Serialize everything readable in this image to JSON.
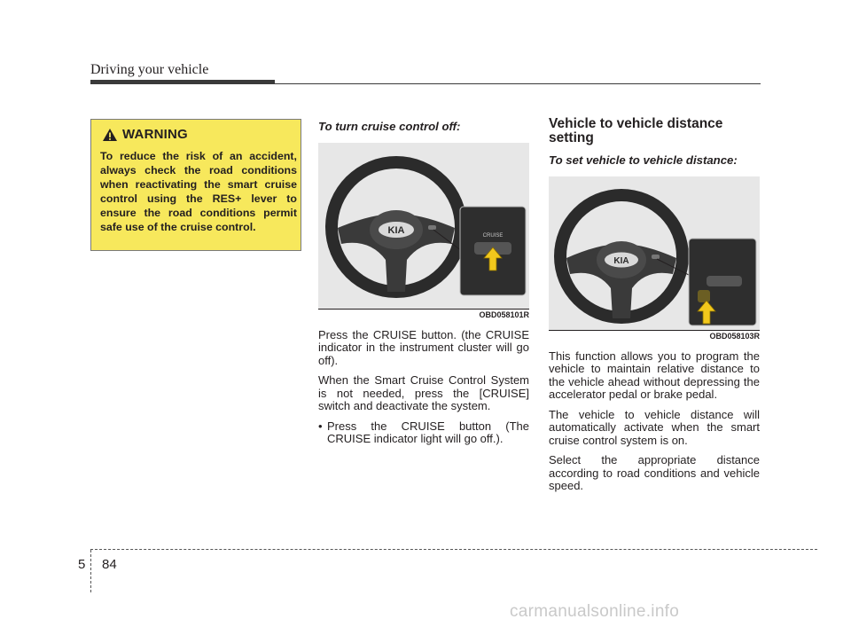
{
  "header": {
    "title": "Driving your vehicle"
  },
  "warning": {
    "title": "WARNING",
    "text": "To reduce the risk of an accident, always check the road conditions when reactivating the smart cruise control using the RES+ lever to ensure the road conditions permit safe use of the cruise control."
  },
  "column_middle": {
    "subheading": "To turn cruise control off:",
    "figure_code": "OBD058101R",
    "para1": "Press the CRUISE button. (the CRUISE indicator in the instrument cluster will go off).",
    "para2": "When the Smart Cruise Control System is not needed, press the [CRUISE] switch and deactivate the system.",
    "bullet_mark": "•",
    "bullet1": "Press the CRUISE button (The CRUISE indicator light will go off.)."
  },
  "column_right": {
    "heading": "Vehicle to vehicle distance setting",
    "subheading": "To set vehicle to vehicle distance:",
    "figure_code": "OBD058103R",
    "para1": "This function allows you to program the vehicle to maintain relative distance to the vehicle ahead without depressing the accelerator pedal or brake pedal.",
    "para2": "The vehicle to vehicle distance will automatically activate when the smart cruise control system is on.",
    "para3": "Select the appropriate distance according to road conditions and vehicle speed."
  },
  "figures": {
    "logo_text": "KIA",
    "button_text": "CRUISE"
  },
  "footer": {
    "section": "5",
    "page": "84",
    "watermark": "carmanualsonline.info"
  },
  "colors": {
    "warning_bg": "#f7e85c",
    "arrow": "#f2c81c",
    "figure_bg": "#e7e7e7"
  }
}
